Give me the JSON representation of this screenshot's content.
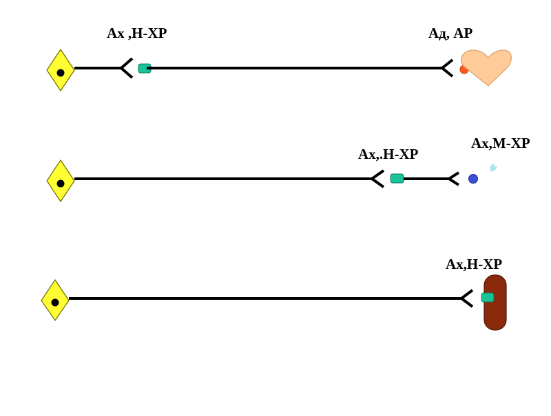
{
  "colors": {
    "line": "#000000",
    "soma_fill": "#FFFF33",
    "soma_stroke": "#6b6b00",
    "nucleus": "#000000",
    "receptor": "#19C39A",
    "heart_fill": "#FFCC99",
    "heart_dot": "#FF5A1E",
    "blue_dot": "#3A4FD8",
    "faint_glyph": "#9ADCE4",
    "muscle": "#8B2A0A"
  },
  "labels": {
    "row1_left": "Ах ,Н-ХР",
    "row1_right": "Ад, АР",
    "row2_mid": "Ах,.Н-ХР",
    "row2_right": "Ах,М-ХР",
    "row3_right": "Ах,Н-ХР"
  }
}
